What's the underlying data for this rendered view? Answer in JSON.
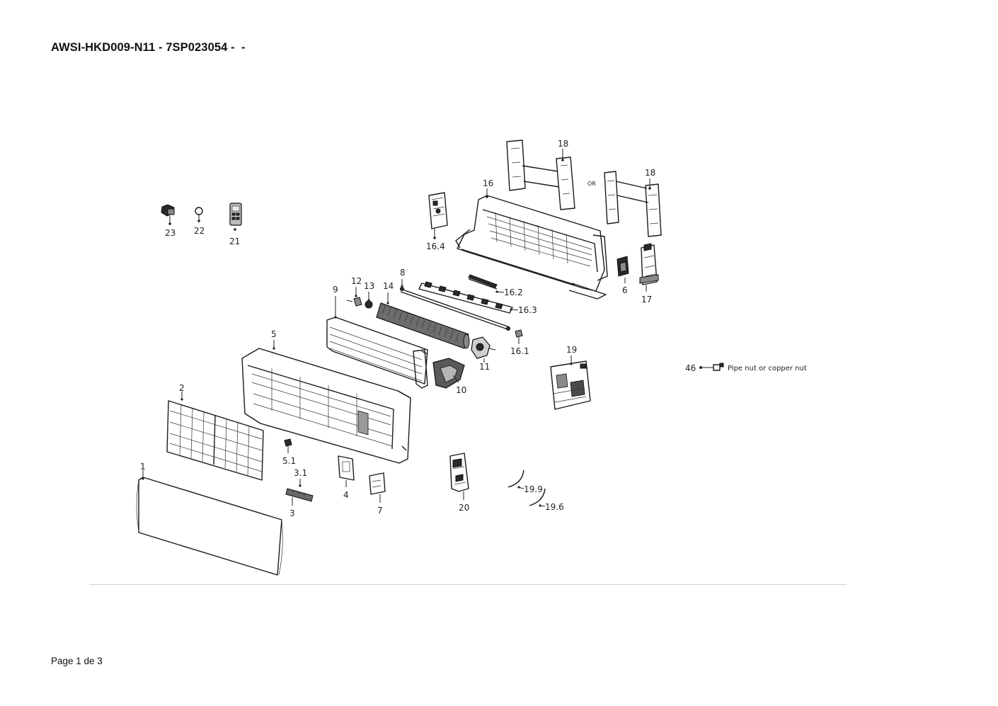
{
  "header": {
    "title": "AWSI-HKD009-N11 - 7SP023054 -  -"
  },
  "footer": {
    "page_label": "Page 1 de 3"
  },
  "diagram": {
    "labels": {
      "p1": "1",
      "p2": "2",
      "p3": "3",
      "p3_1": "3.1",
      "p4": "4",
      "p5": "5",
      "p5_1": "5.1",
      "p6": "6",
      "p7": "7",
      "p8": "8",
      "p9": "9",
      "p10": "10",
      "p11": "11",
      "p12": "12",
      "p13": "13",
      "p14": "14",
      "p16": "16",
      "p16_1": "16.1",
      "p16_2": "16.2",
      "p16_3": "16.3",
      "p16_4": "16.4",
      "p17": "17",
      "p18a": "18",
      "p18b": "18",
      "p19": "19",
      "p19_6": "19.6",
      "p19_9": "19.9",
      "p20": "20",
      "p21": "21",
      "p22": "22",
      "p23": "23",
      "p46": "46",
      "or": "OR",
      "pipe_nut": "Pipe nut or copper nut"
    }
  }
}
